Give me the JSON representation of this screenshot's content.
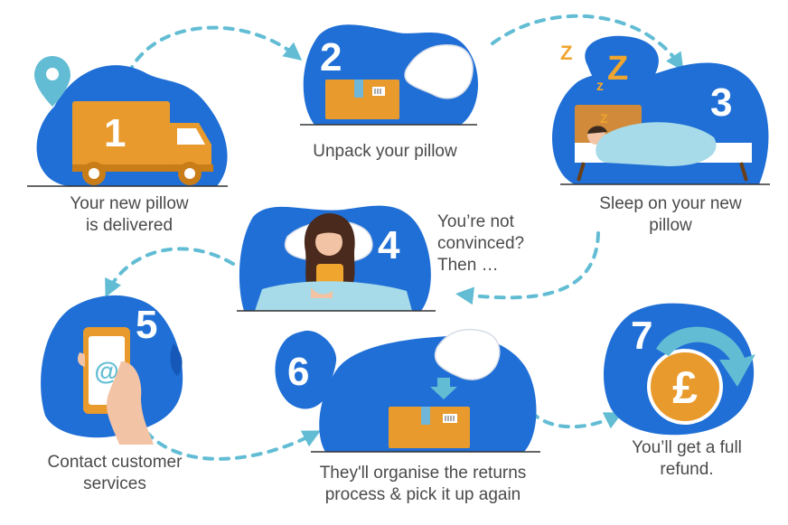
{
  "colors": {
    "blob": "#1f6fd6",
    "blob_dark": "#1558b8",
    "arrow": "#62bdd4",
    "box": "#e99a2c",
    "box_dark": "#c97d18",
    "tape": "#6fb6d9",
    "text": "#4a4a4a",
    "coin": "#e99a2c",
    "refund_arrow": "#62bdd4",
    "zzz": "#f0a52e"
  },
  "steps": [
    {
      "number": "1",
      "icon": "delivery-truck-icon",
      "lines": [
        "Your new pillow",
        "is delivered"
      ]
    },
    {
      "number": "2",
      "icon": "unpack-box-icon",
      "lines": [
        "Unpack your pillow"
      ]
    },
    {
      "number": "3",
      "icon": "sleeping-person-icon",
      "lines": [
        "Sleep on your new",
        "pillow"
      ]
    },
    {
      "number": "4",
      "icon": "woman-in-bed-icon",
      "lines": [
        "You’re not",
        "convinced?",
        "Then …"
      ]
    },
    {
      "number": "5",
      "icon": "phone-email-icon",
      "lines": [
        "Contact customer",
        "services"
      ]
    },
    {
      "number": "6",
      "icon": "return-box-icon",
      "lines": [
        "They'll organise the returns",
        "process & pick it up again"
      ]
    },
    {
      "number": "7",
      "icon": "pound-refund-icon",
      "lines": [
        "You’ll get a full",
        "refund."
      ]
    }
  ],
  "icons": {
    "location_pin": "location-pin-icon",
    "zzz": "zzz-icon",
    "at_sign": "@",
    "pound_sign": "£"
  }
}
